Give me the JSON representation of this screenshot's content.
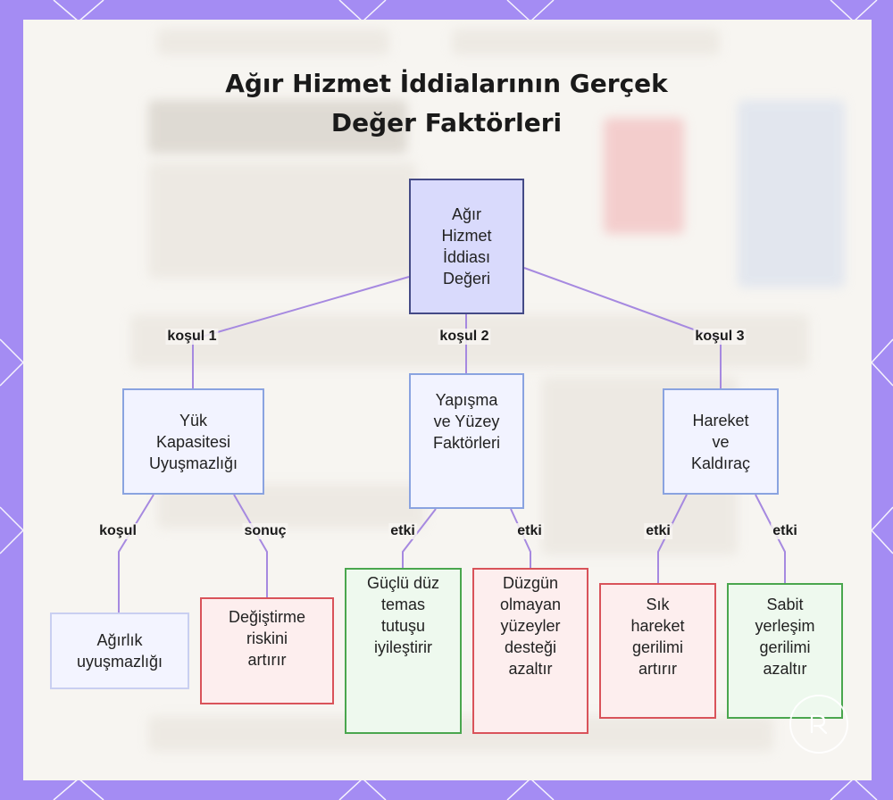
{
  "title_lines": [
    "Ağır Hizmet İddialarının Gerçek",
    "Değer Faktörleri"
  ],
  "colors": {
    "frame": "#a48cf3",
    "edge": "#a689e0",
    "root_fill": "#d9dafc",
    "root_border": "#444a86",
    "red_border": "#d9535a",
    "green_border": "#4aa64e"
  },
  "diagram": {
    "nodes": {
      "root": "Ağır\nHizmet\nİddiası\nDeğeri",
      "load": "Yük\nKapasitesi\nUyuşmazlığı",
      "adhesion": "Yapışma\nve Yüzey\nFaktörleri",
      "motion": "Hareket\nve\nKaldıraç",
      "weight": "Ağırlık\nuyuşmazlığı",
      "replace": "Değiştirme\nriskini\nartırır",
      "smooth": "Güçlü düz\ntemas\ntutuşu\niyileştirir",
      "uneven": "Düzgün\nolmayan\nyüzeyler\ndesteği\nazaltır",
      "frequent": "Sık\nhareket\ngerilimi\nartırır",
      "fixed": "Sabit\nyerleşim\ngerilimi\nazaltır"
    },
    "edges": {
      "root_load": "koşul 1",
      "root_adhesion": "koşul 2",
      "root_motion": "koşul 3",
      "load_weight": "koşul",
      "load_replace": "sonuç",
      "adhesion_smooth": "etki",
      "adhesion_uneven": "etki",
      "motion_frequent": "etki",
      "motion_fixed": "etki"
    }
  }
}
